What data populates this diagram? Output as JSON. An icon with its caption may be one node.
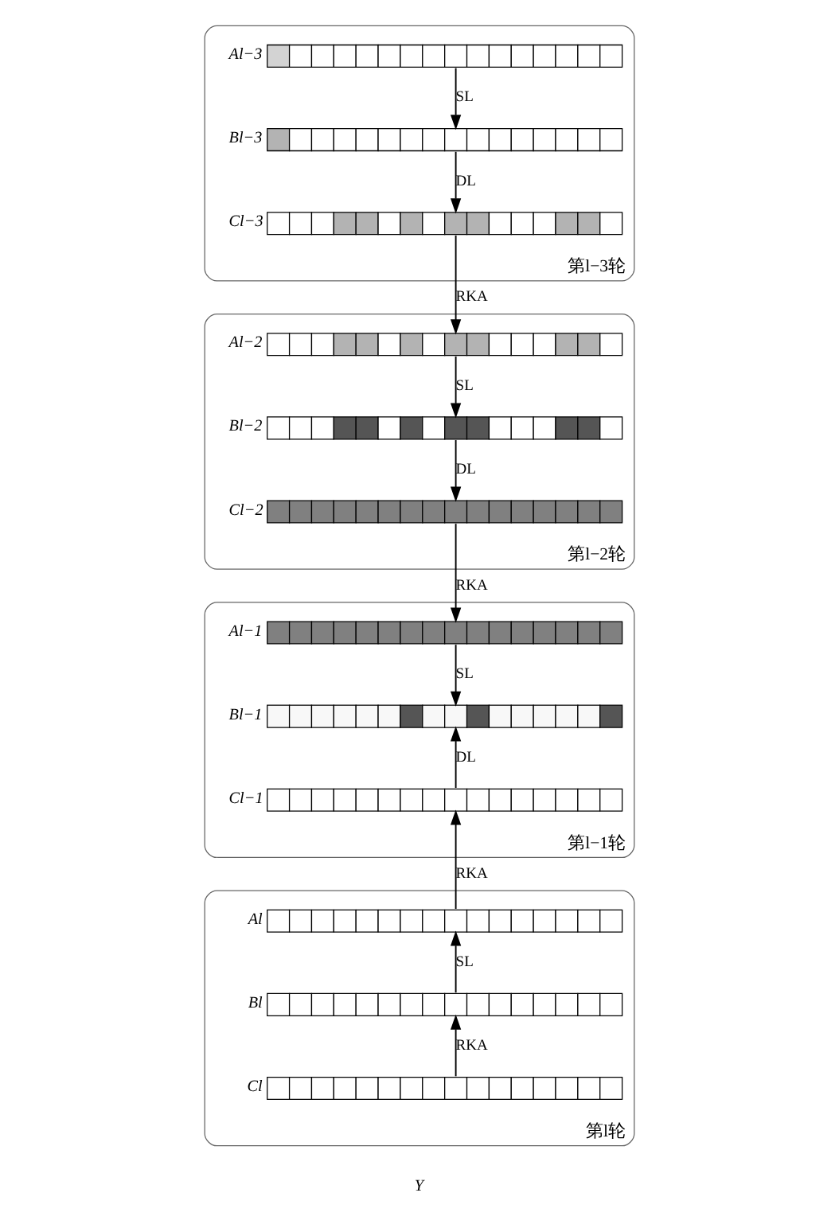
{
  "diagram": {
    "nodes": [
      {
        "text": [
          "第l−3轮"
        ]
      },
      {
        "text": [
          "Al−3"
        ],
        "in": 0
      },
      {
        "text": [
          "Bl−3"
        ],
        "in": 0
      },
      {
        "text": [
          "Cl−3"
        ],
        "in": 0
      },
      {
        "text": [
          "第l−2轮"
        ]
      },
      {
        "text": [
          "Al−2"
        ],
        "in": 4
      },
      {
        "text": [
          "Bl−2"
        ],
        "in": 4
      },
      {
        "text": [
          "Cl−2"
        ],
        "in": 4
      },
      {
        "text": [
          "第l−1轮"
        ]
      },
      {
        "text": [
          "Al−1"
        ],
        "in": 8
      },
      {
        "text": [
          "Bl−1"
        ],
        "in": 8
      },
      {
        "text": [
          "Cl−1"
        ],
        "in": 8
      },
      {
        "text": [
          "第l轮"
        ]
      },
      {
        "text": [
          "Al"
        ],
        "in": 12
      },
      {
        "text": [
          "Bl"
        ],
        "in": 12
      },
      {
        "text": [
          "Cl"
        ],
        "in": 12
      }
    ],
    "edges": [
      {
        "from": 1,
        "to": 2,
        "arrow": "to",
        "label": "SL"
      },
      {
        "from": 2,
        "to": 3,
        "arrow": "to",
        "label": "DL"
      },
      {
        "from": 3,
        "to": 5,
        "arrow": "to",
        "label": "RKA"
      },
      {
        "from": 5,
        "to": 6,
        "arrow": "to",
        "label": "SL"
      },
      {
        "from": 6,
        "to": 7,
        "arrow": "to",
        "label": "DL"
      },
      {
        "from": 7,
        "to": 9,
        "arrow": "to",
        "label": "RKA"
      },
      {
        "from": 9,
        "to": 10,
        "arrow": "to",
        "label": "SL"
      },
      {
        "from": 11,
        "to": 10,
        "arrow": "to",
        "label": "DL"
      },
      {
        "from": 13,
        "to": 11,
        "arrow": "to",
        "label": "RKA"
      },
      {
        "from": 14,
        "to": 13,
        "arrow": "to",
        "label": "SL"
      },
      {
        "from": 15,
        "to": 14,
        "arrow": "to",
        "label": "RKA"
      }
    ],
    "labels": [
      "Y"
    ]
  }
}
